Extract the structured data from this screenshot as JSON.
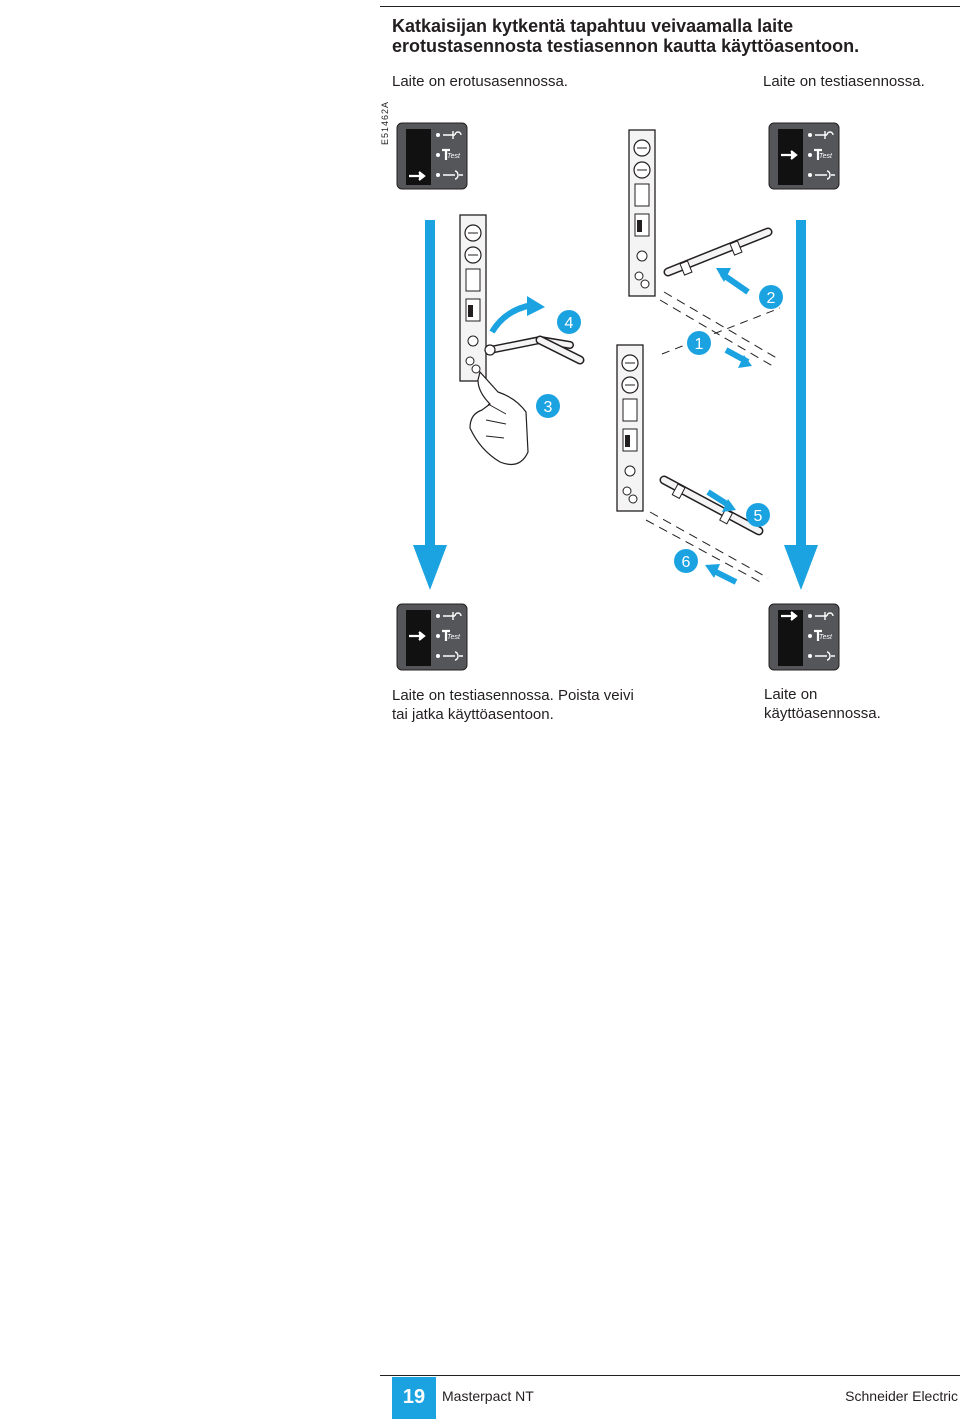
{
  "heading": {
    "line1": "Katkaisijan kytkentä tapahtuu veivaamalla laite",
    "line2": "erotustasennosta testiasennon kautta käyttöasentoon."
  },
  "figure": {
    "code": "E51462A",
    "caption_top_left": "Laite on erotusasennossa.",
    "caption_top_right": "Laite on testiasennossa.",
    "caption_bottom_left": {
      "line1": "Laite on testiasennossa. Poista veivi",
      "line2": "tai jatka käyttöasentoon."
    },
    "caption_bottom_right": {
      "line1": "Laite on",
      "line2": "käyttöasennossa."
    },
    "indicator_label": "Test",
    "steps": [
      "1",
      "2",
      "3",
      "4",
      "5",
      "6"
    ],
    "accent_color": "#1ba3e1"
  },
  "footer": {
    "page_number": "19",
    "document": "Masterpact NT",
    "brand": "Schneider Electric"
  }
}
